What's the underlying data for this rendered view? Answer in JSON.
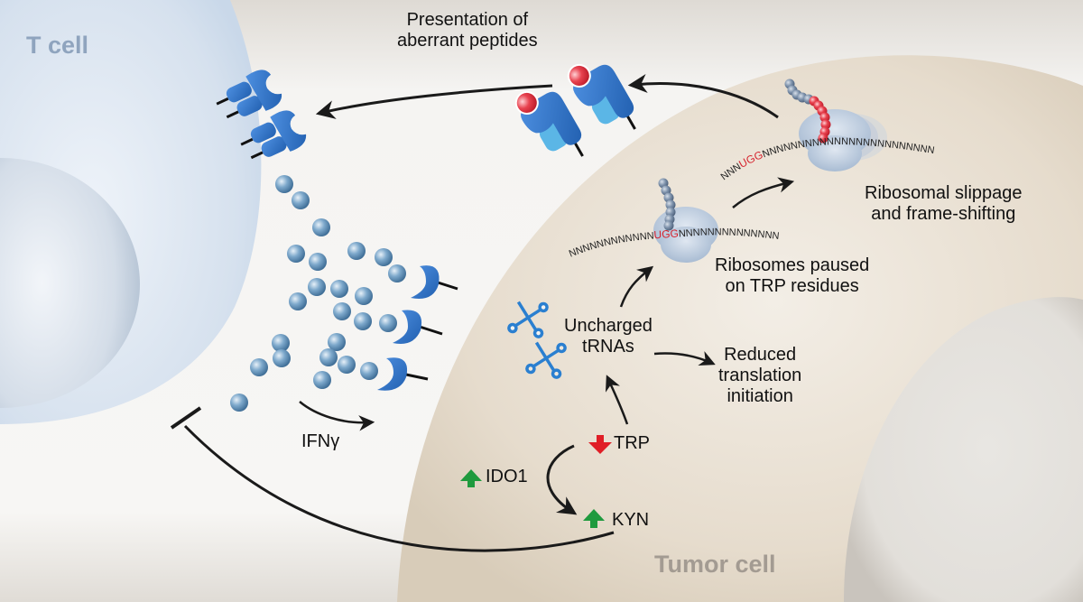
{
  "cells": {
    "t_cell": {
      "label": "T cell",
      "color": "#8fa4be"
    },
    "tumor_cell": {
      "label": "Tumor cell",
      "color": "#a39b92"
    }
  },
  "labels": {
    "presentation": [
      "Presentation of",
      "aberrant peptides"
    ],
    "slippage": [
      "Ribosomal slippage",
      "and frame-shifting"
    ],
    "paused": [
      "Ribosomes paused",
      "on TRP residues"
    ],
    "uncharged": [
      "Uncharged",
      "tRNAs"
    ],
    "reduced": [
      "Reduced",
      "translation",
      "initiation"
    ],
    "ifng": "IFNγ",
    "trp": "TRP",
    "ido1": "IDO1",
    "kyn": "KYN"
  },
  "mrna": {
    "paused": {
      "left": "NNNNNNNNNNNN",
      "codon": "UGG",
      "right": "NNNNNNNNNNNNNN"
    },
    "slipped": {
      "left": "NNN",
      "codon": "UGG",
      "right": "NNNNNNNNNNNNNNNNNNNNNNNN"
    }
  },
  "indicators": {
    "trp": {
      "direction": "down",
      "color": "#e01e26"
    },
    "ido1": {
      "direction": "up",
      "color": "#1f9a3e"
    },
    "kyn": {
      "direction": "up",
      "color": "#1f9a3e"
    }
  },
  "colors": {
    "receptor": "#2f72c4",
    "receptor_light": "#5bb6e6",
    "cytokine": "#6b98bf",
    "peptide": "#e0303e",
    "codon": "#d6232e",
    "trna": "#2a7fd0",
    "arrow": "#1a1a1a"
  }
}
